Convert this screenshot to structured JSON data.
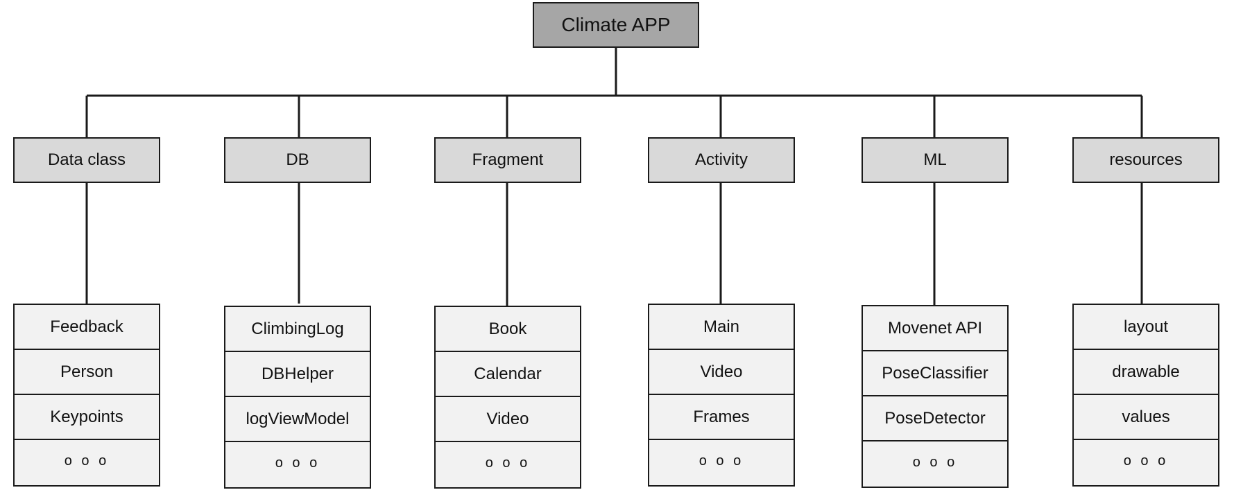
{
  "root": {
    "label": "Climate APP"
  },
  "categories": [
    {
      "label": "Data class",
      "items": [
        "Feedback",
        "Person",
        "Keypoints",
        "o o o"
      ]
    },
    {
      "label": "DB",
      "items": [
        "ClimbingLog",
        "DBHelper",
        "logViewModel",
        "o o o"
      ]
    },
    {
      "label": "Fragment",
      "items": [
        "Book",
        "Calendar",
        "Video",
        "o o o"
      ]
    },
    {
      "label": "Activity",
      "items": [
        "Main",
        "Video",
        "Frames",
        "o o o"
      ]
    },
    {
      "label": "ML",
      "items": [
        "Movenet API",
        "PoseClassifier",
        "PoseDetector",
        "o o o"
      ]
    },
    {
      "label": "resources",
      "items": [
        "layout",
        "drawable",
        "values",
        "o o o"
      ]
    }
  ],
  "colors": {
    "root_fill": "#a6a6a6",
    "category_fill": "#d9d9d9",
    "list_fill": "#f2f2f2",
    "stroke": "#1a1a1a"
  }
}
